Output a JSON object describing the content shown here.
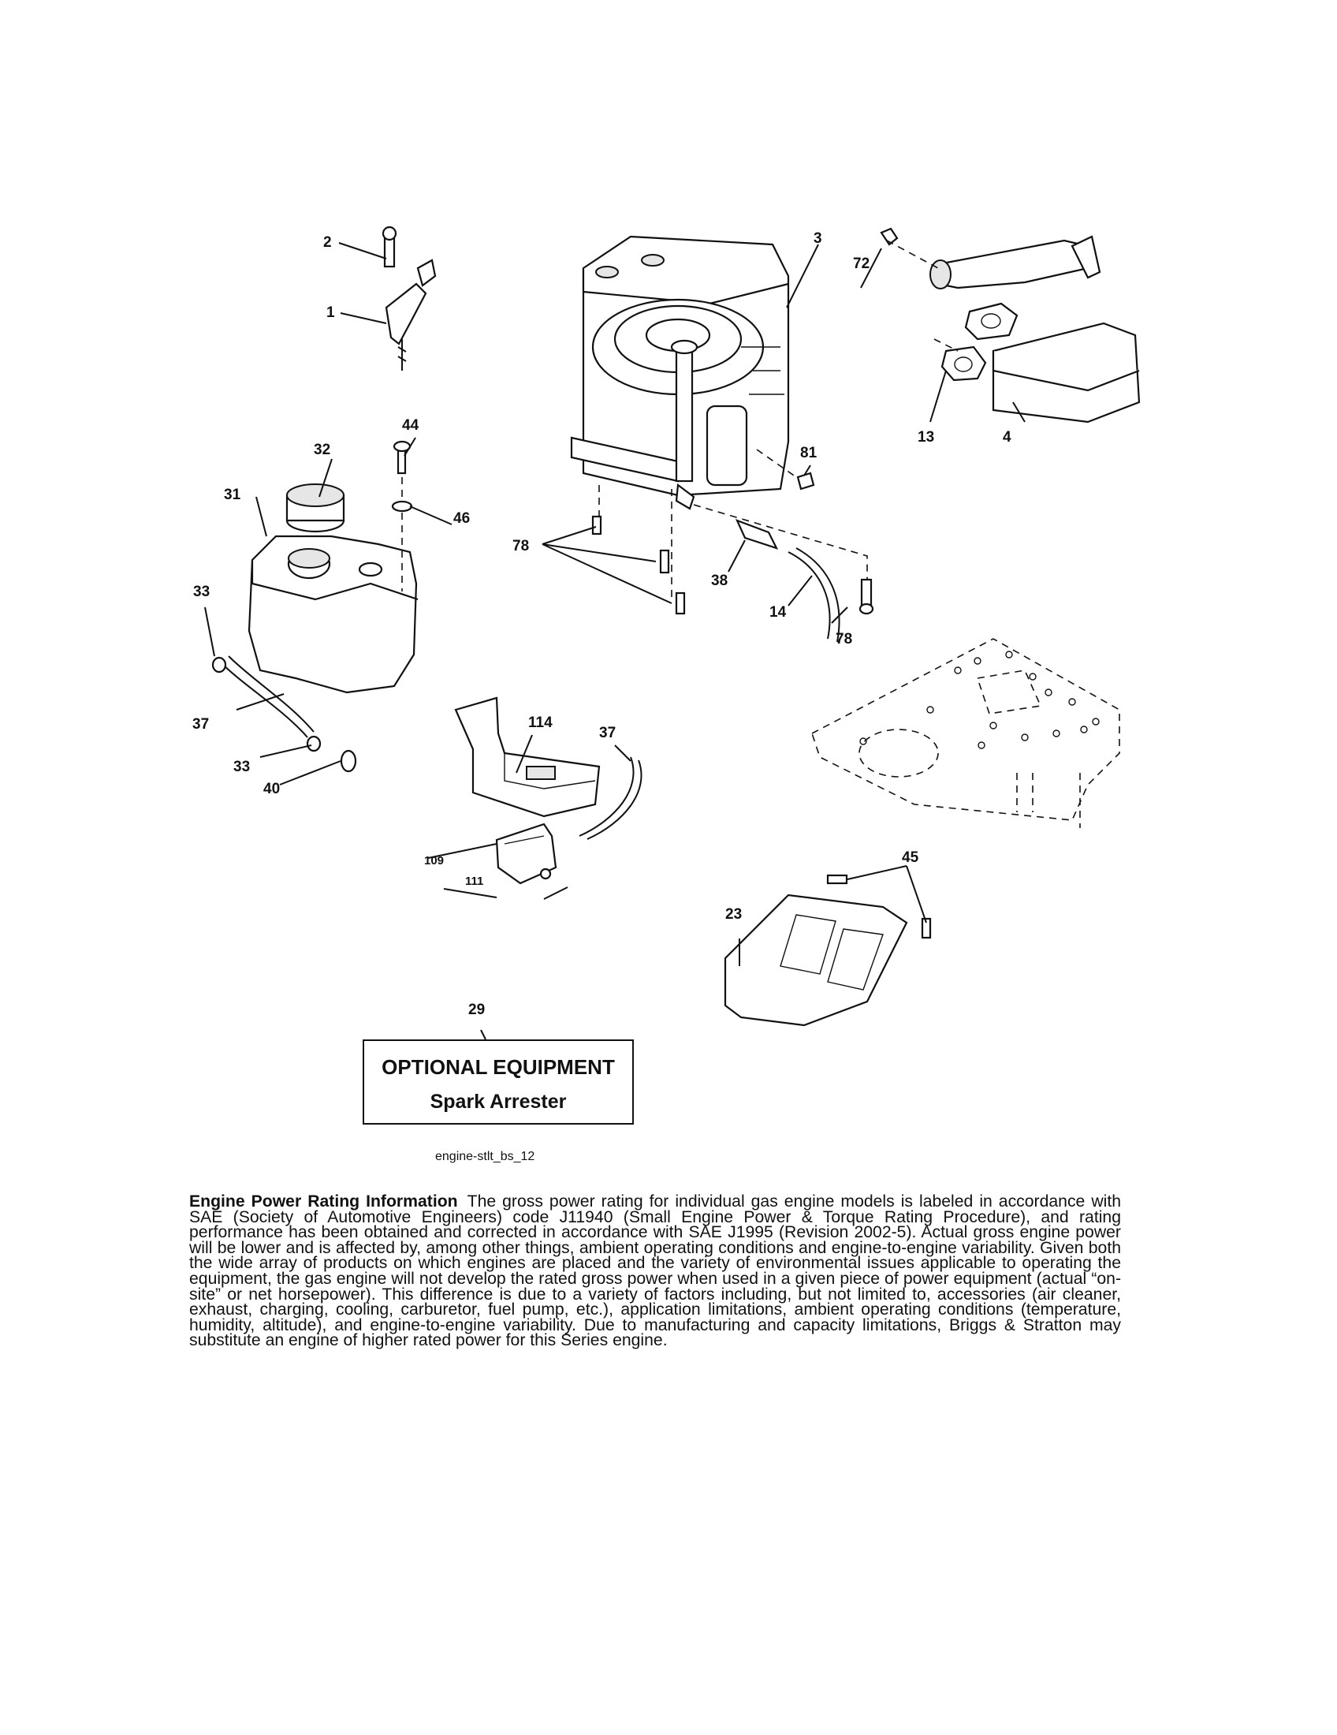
{
  "diagram": {
    "callouts": [
      "1",
      "2",
      "3",
      "4",
      "13",
      "14",
      "23",
      "29",
      "31",
      "32",
      "33",
      "33",
      "37",
      "37",
      "38",
      "40",
      "44",
      "45",
      "46",
      "72",
      "78",
      "78",
      "81",
      "109",
      "111",
      "114"
    ],
    "optional_equipment": {
      "number": "29",
      "title": "OPTIONAL EQUIPMENT",
      "subtitle": "Spark Arrester"
    },
    "code": "engine-stlt_bs_12"
  },
  "info": {
    "heading": "Engine Power Rating Information",
    "body": "The gross power rating for individual gas engine models is labeled in accordance with SAE (Society of Automotive Engineers) code J11940 (Small Engine Power & Torque Rating Procedure), and rating performance has been obtained and corrected in accordance with SAE J1995 (Revision 2002-5). Actual gross engine power will be lower and is affected by, among other things, ambient operating conditions and engine-to-engine variability. Given both the wide array of products on which engines are placed and the variety of environmental issues applicable to operating the equipment, the gas engine will not develop the rated gross power when used in a given piece of power equipment (actual “on-site” or net horsepower). This difference is due to a variety of factors including, but not limited to, accessories (air cleaner, exhaust, charging, cooling, carburetor, fuel pump, etc.), application limitations, ambient operating conditions (temperature, humidity, altitude), and engine-to-engine variability. Due to manufacturing and capacity limitations, Briggs & Stratton may substitute an engine of higher rated power for this Series engine."
  }
}
